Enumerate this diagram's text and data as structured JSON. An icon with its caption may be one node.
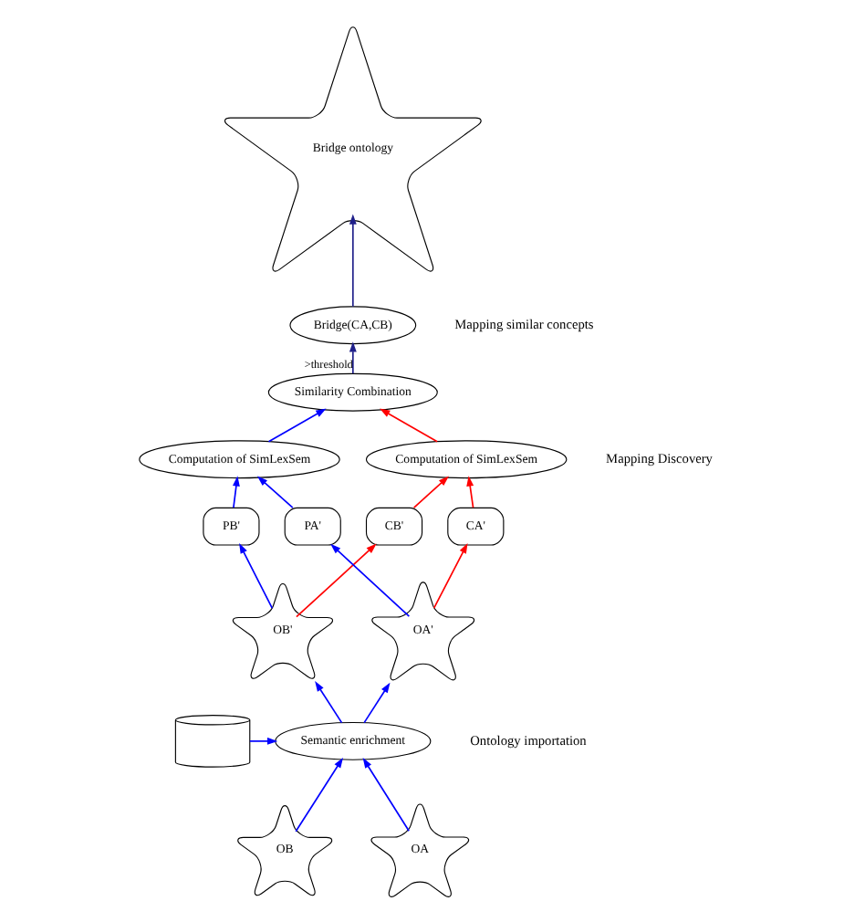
{
  "diagram": {
    "nodes": [
      {
        "text": [
          "Bridge ontology"
        ]
      },
      {
        "text": [
          "Bridge(CA,CB)"
        ]
      },
      {
        "text": [
          "Similarity Combination"
        ]
      },
      {
        "text": [
          "Computation of SimLexSem"
        ]
      },
      {
        "text": [
          "Computation of SimLexSem"
        ]
      },
      {
        "text": [
          "PB'"
        ]
      },
      {
        "text": [
          "PA'"
        ]
      },
      {
        "text": [
          "CB'"
        ]
      },
      {
        "text": [
          "CA'"
        ]
      },
      {
        "text": [
          "OB'"
        ]
      },
      {
        "text": [
          "OA'"
        ]
      },
      {
        "text": [],
        "shape": "cylinder"
      },
      {
        "text": [
          "Semantic enrichment"
        ]
      },
      {
        "text": [
          "OB"
        ]
      },
      {
        "text": [
          "OA"
        ]
      }
    ],
    "edges": [
      {
        "from": 1,
        "to": 0,
        "arrow": "to",
        "color": "#20208a"
      },
      {
        "from": 2,
        "to": 1,
        "arrow": "to",
        "label": ">threshold",
        "color": "#20208a"
      },
      {
        "from": 3,
        "to": 2,
        "arrow": "to"
      },
      {
        "from": 4,
        "to": 2,
        "arrow": "to",
        "color": "#ff0000"
      },
      {
        "from": 5,
        "to": 3,
        "arrow": "to"
      },
      {
        "from": 6,
        "to": 3,
        "arrow": "to"
      },
      {
        "from": 7,
        "to": 4,
        "arrow": "to",
        "color": "#ff0000"
      },
      {
        "from": 8,
        "to": 4,
        "arrow": "to",
        "color": "#ff0000"
      },
      {
        "from": 9,
        "to": 5,
        "arrow": "to"
      },
      {
        "from": 10,
        "to": 6,
        "arrow": "to"
      },
      {
        "from": 9,
        "to": 7,
        "arrow": "to",
        "color": "#ff0000"
      },
      {
        "from": 10,
        "to": 8,
        "arrow": "to",
        "color": "#ff0000"
      },
      {
        "from": 12,
        "to": 9,
        "arrow": "to"
      },
      {
        "from": 12,
        "to": 10,
        "arrow": "to"
      },
      {
        "from": 11,
        "to": 12,
        "arrow": "to"
      },
      {
        "from": 13,
        "to": 12,
        "arrow": "to"
      },
      {
        "from": 14,
        "to": 12,
        "arrow": "to"
      }
    ],
    "labels": [
      "Mapping similar concepts",
      "Mapping Discovery",
      "Ontology importation"
    ]
  }
}
